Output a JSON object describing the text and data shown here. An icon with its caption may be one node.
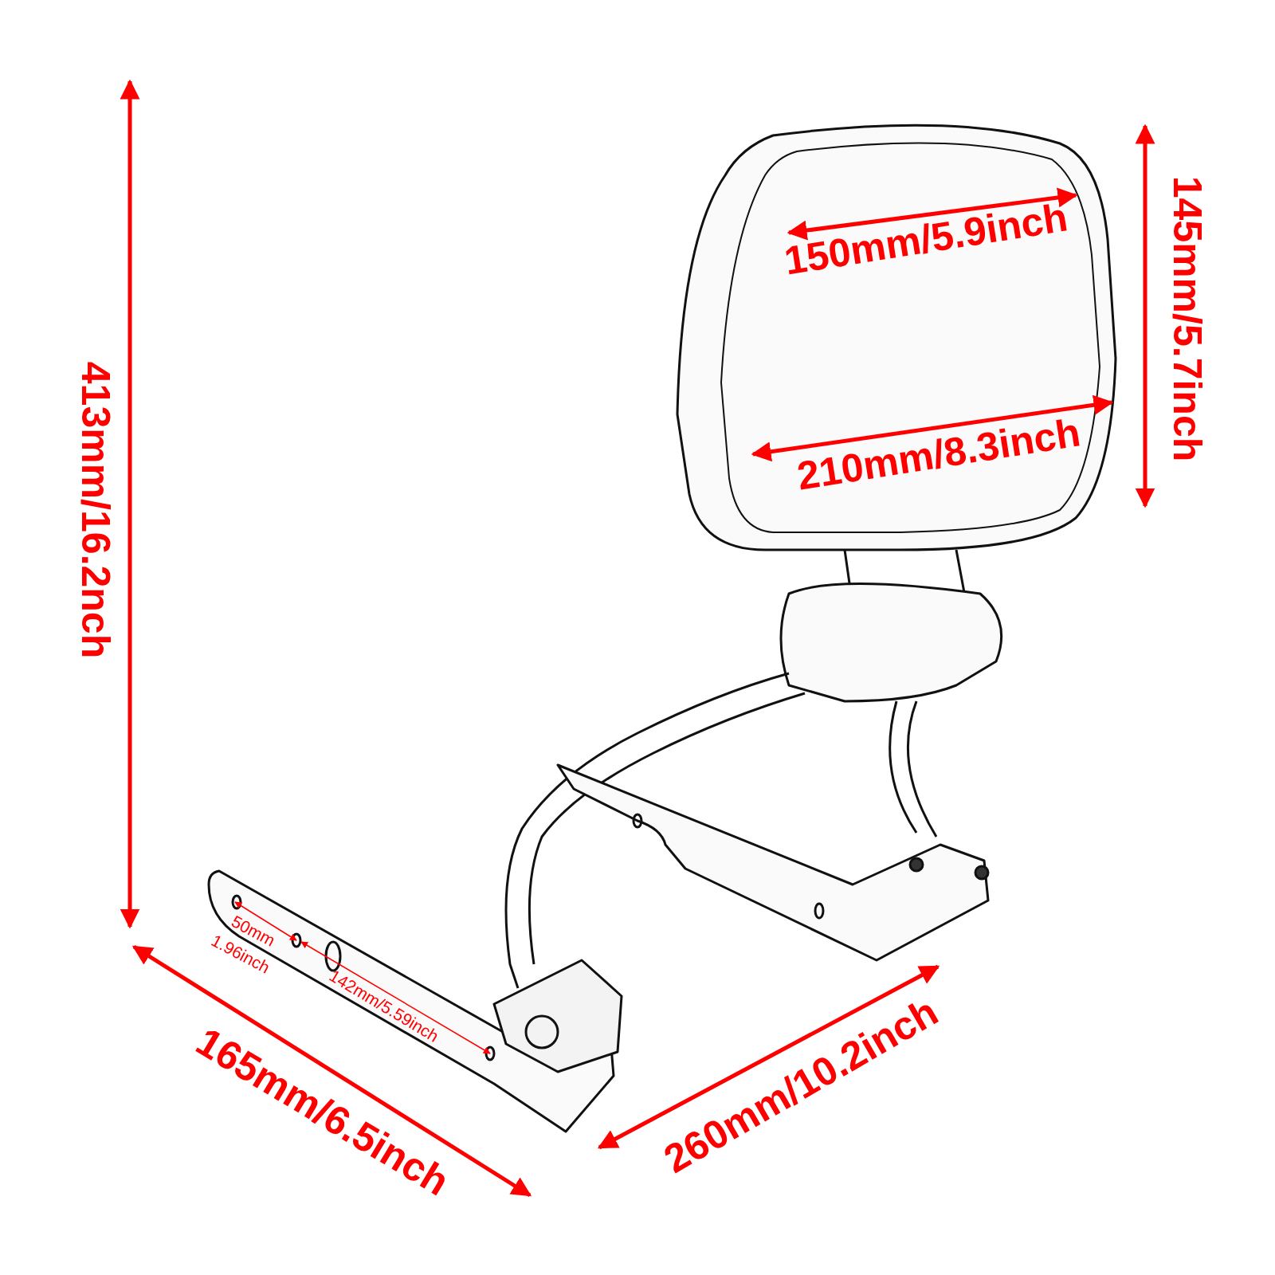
{
  "diagram": {
    "labels": [
      "413mm/16.2nch",
      "150mm/5.9inch",
      "145mm/5.7inch",
      "210mm/8.3inch",
      "50mm",
      "1.96inch",
      "142mm/5.59inch",
      "165mm/6.5inch",
      "260mm/10.2inch"
    ]
  }
}
